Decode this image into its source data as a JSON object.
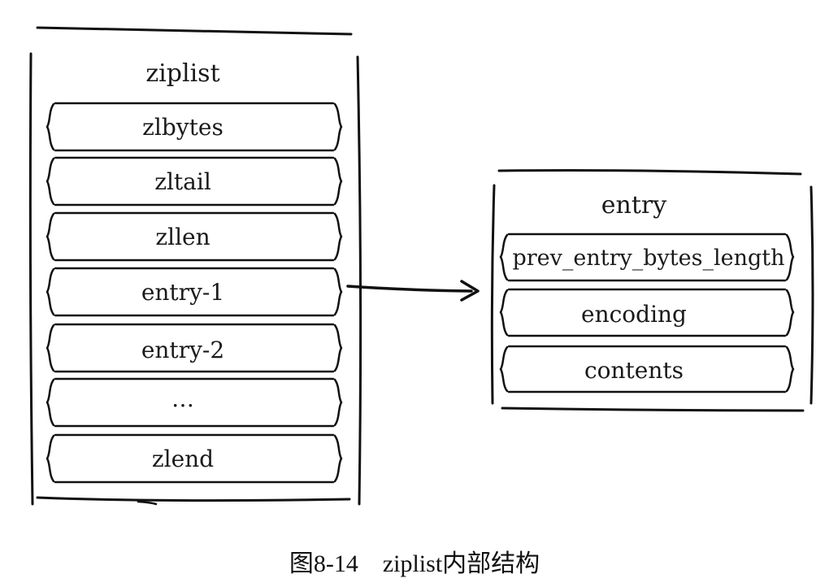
{
  "ziplist": {
    "title": "ziplist",
    "fields": [
      "zlbytes",
      "zltail",
      "zllen",
      "entry-1",
      "entry-2",
      "…",
      "zlend"
    ]
  },
  "entry": {
    "title": "entry",
    "fields": [
      "prev_entry_bytes_length",
      "encoding",
      "contents"
    ]
  },
  "arrow": {
    "from": "entry-1",
    "to": "entry"
  },
  "caption": "图8-14    ziplist内部结构"
}
